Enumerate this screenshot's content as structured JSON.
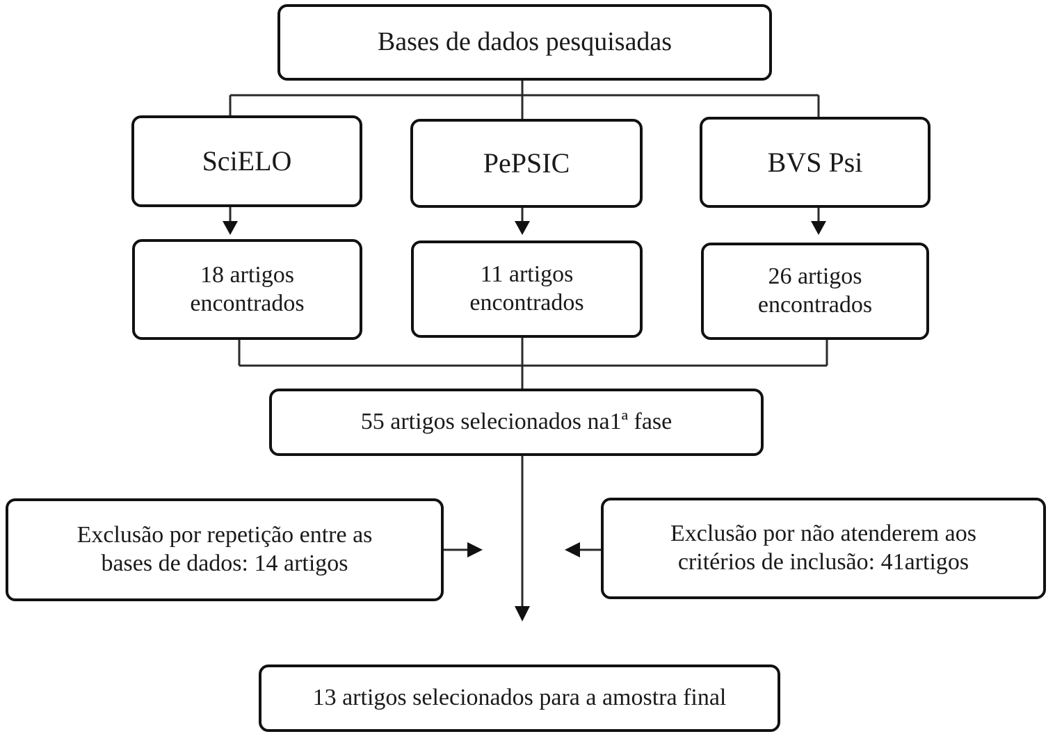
{
  "diagram": {
    "title": "Bases de dados pesquisadas",
    "databases": [
      {
        "name": "SciELO",
        "count_line1": "18 artigos",
        "count_line2": "encontrados"
      },
      {
        "name": "PePSIC",
        "count_line1": "11 artigos",
        "count_line2": "encontrados"
      },
      {
        "name": "BVS Psi",
        "count_line1": "26 artigos",
        "count_line2": "encontrados"
      }
    ],
    "phase1": "55 artigos selecionados na1ª fase",
    "exclusion_left": {
      "line1": "Exclusão por repetição entre as",
      "line2": "bases de dados: 14 artigos"
    },
    "exclusion_right": {
      "line1": "Exclusão por não atenderem aos",
      "line2": "critérios de inclusão: 41artigos"
    },
    "final": "13 artigos selecionados para a amostra final",
    "colors": {
      "stroke": "#111111",
      "background": "#ffffff",
      "text": "#1a1a1a"
    }
  }
}
